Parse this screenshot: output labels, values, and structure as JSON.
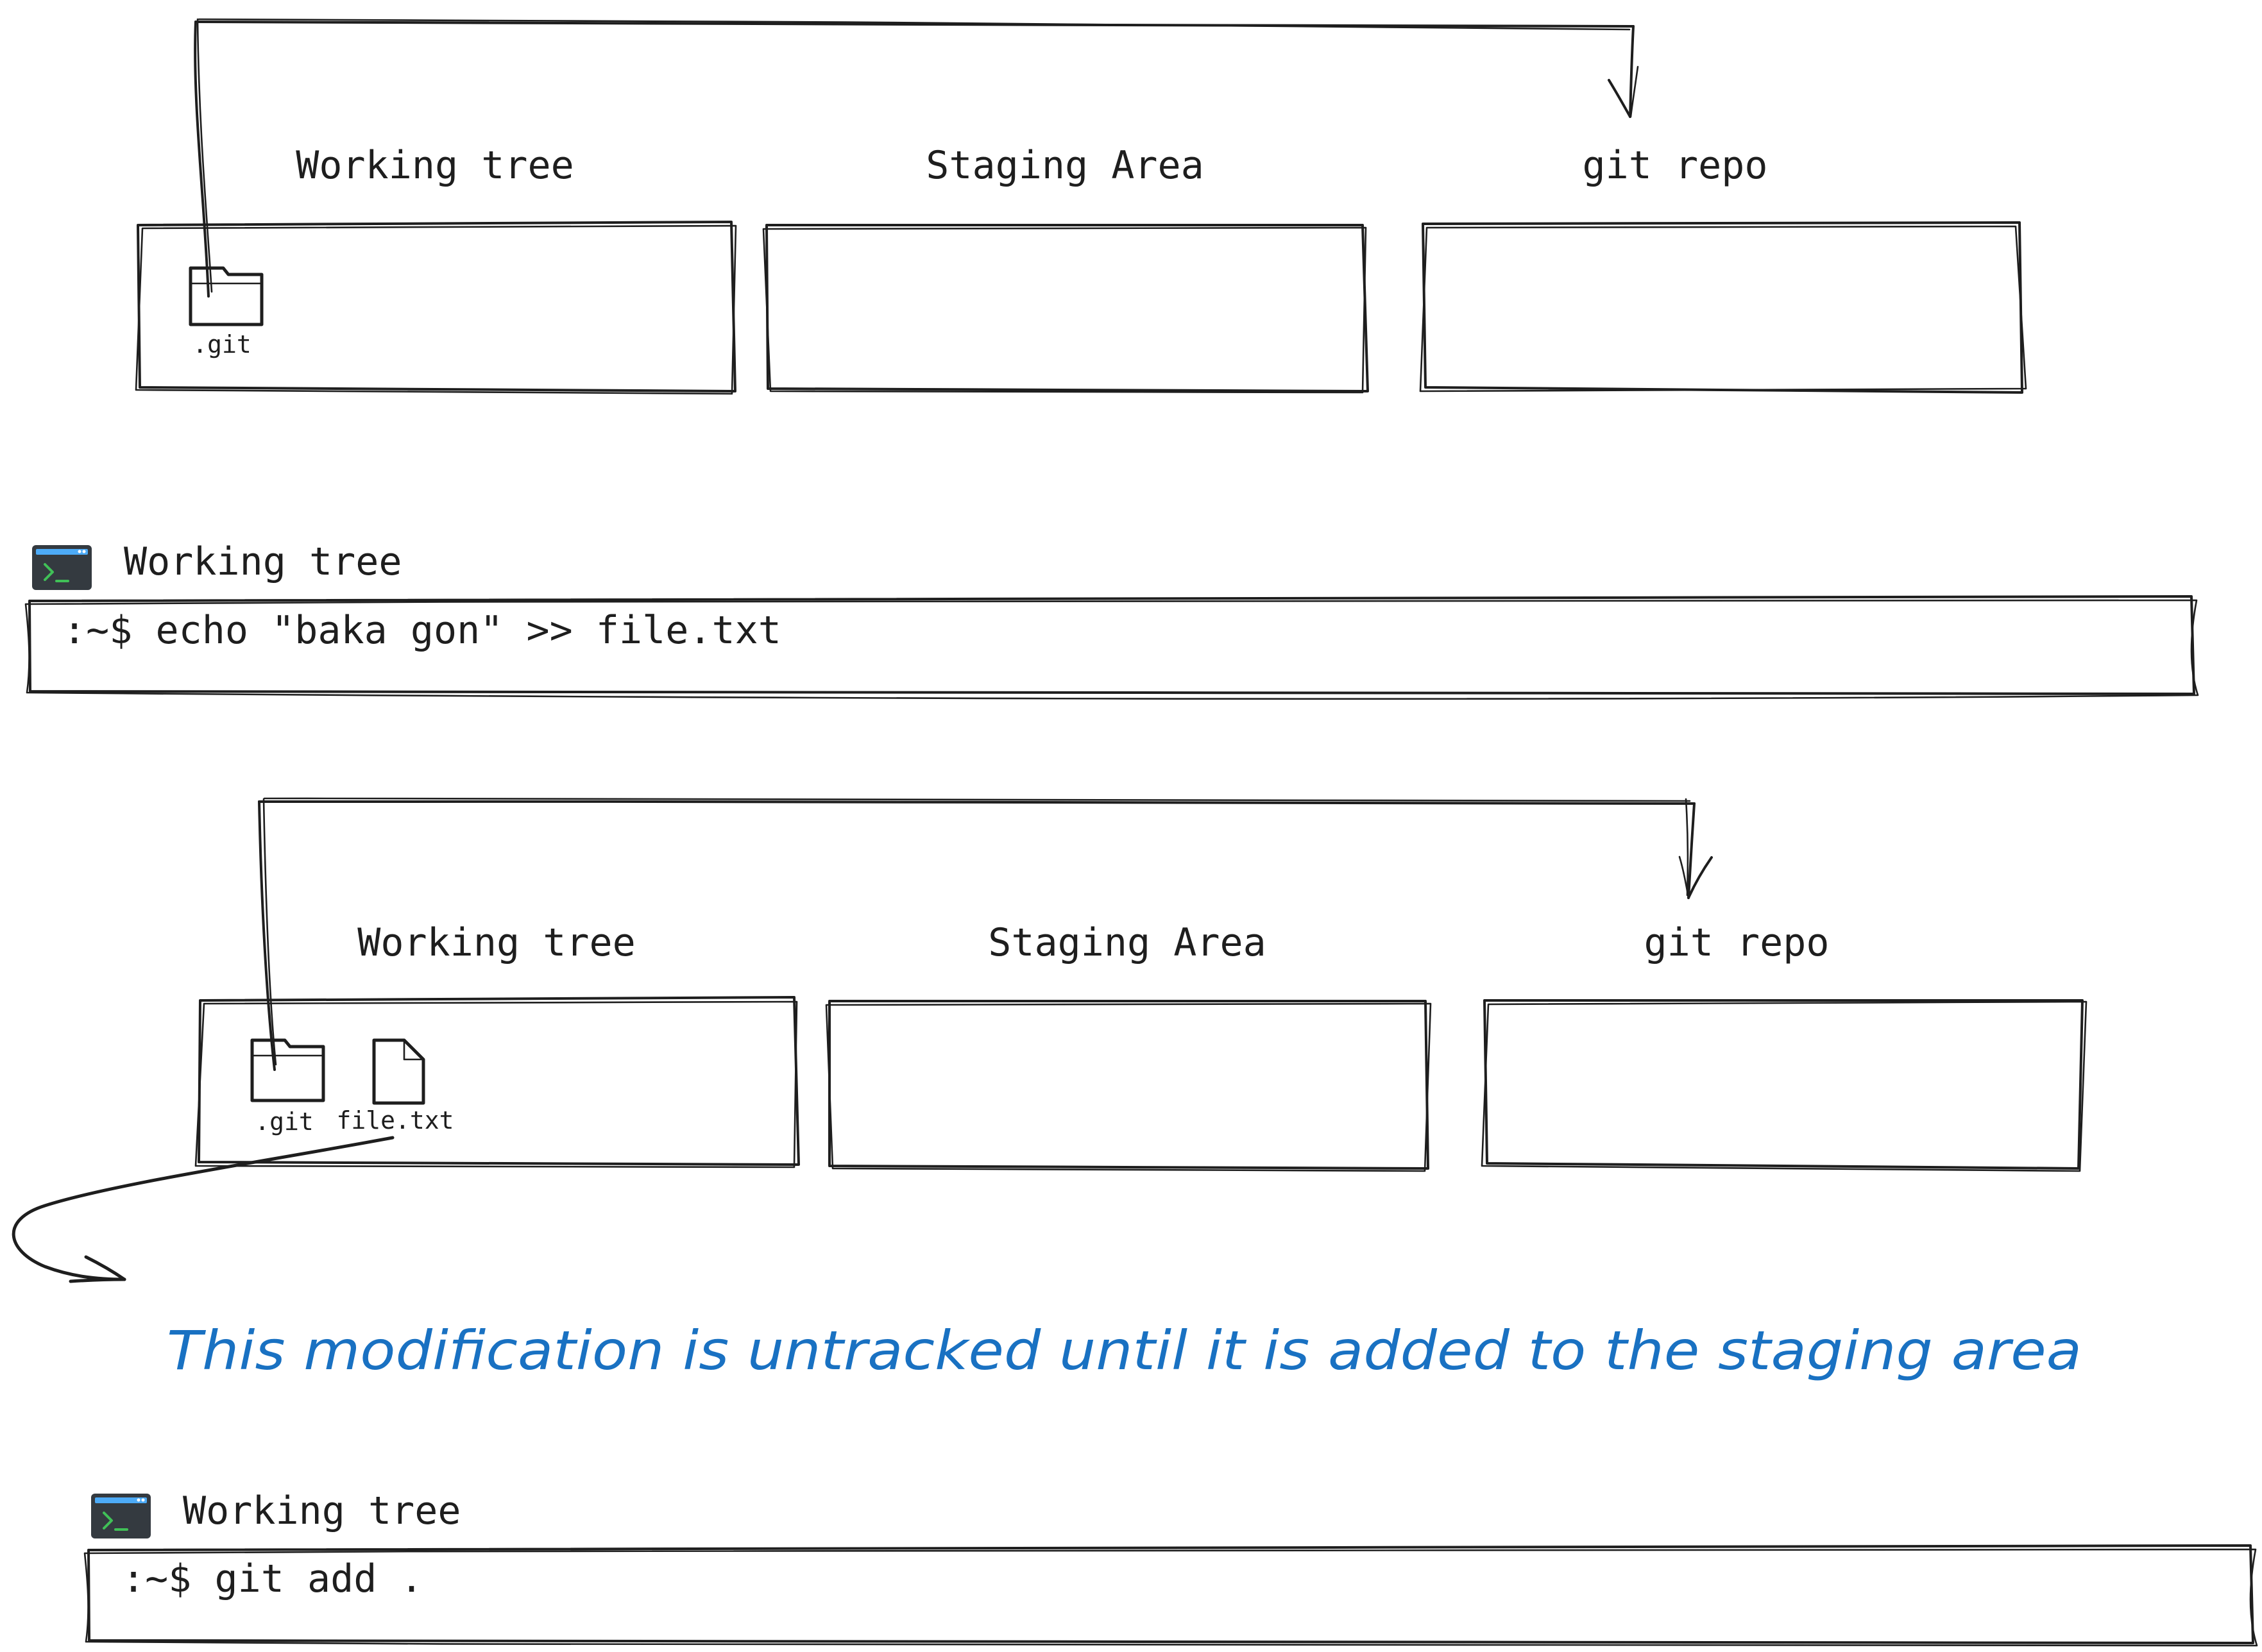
{
  "diagram1": {
    "stage_labels": [
      "Working tree",
      "Staging Area",
      "git repo"
    ],
    "git_item_label": ".git"
  },
  "terminal1": {
    "title": "Working tree",
    "command": ":~$ echo \"baka gon\" >> file.txt"
  },
  "diagram2": {
    "stage_labels": [
      "Working tree",
      "Staging Area",
      "git repo"
    ],
    "git_item_label": ".git",
    "file_item_label": "file.txt"
  },
  "annotation": {
    "text": "This modification is untracked until it is added to the staging area",
    "color": "#1971c2"
  },
  "terminal2": {
    "title": "Working tree",
    "command": ":~$ git add ."
  },
  "colors": {
    "stroke": "#1e1e1e",
    "terminal_icon_bg": "#343a40",
    "terminal_icon_bar": "#4dabf7",
    "terminal_icon_prompt": "#40c057"
  },
  "icons": [
    "folder-icon",
    "file-icon",
    "terminal-icon"
  ]
}
